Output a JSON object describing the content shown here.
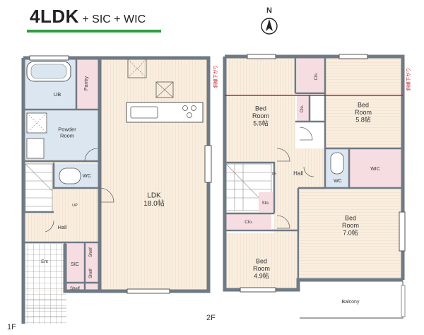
{
  "header": {
    "title": "4LDK",
    "subtitle": "+ SIC + WIC"
  },
  "north": "N",
  "colors": {
    "floor": "#f9eedf",
    "wet": "#dce6f0",
    "closet": "#f6dde2",
    "wall": "#6f7a84",
    "accent": "#2e9e3f",
    "limit": "#c2202d"
  },
  "floor1": {
    "label": "1F",
    "rooms": {
      "ub": "UB",
      "pantry": "Pantry",
      "powder": "Powder\nRoom",
      "wc": "WC",
      "ldk": "LDK\n18.0帖",
      "up": "UP",
      "hall": "Hall",
      "ent": "Ent",
      "sic": "SIC",
      "shelf1": "Shelf",
      "shelf2": "Shelf",
      "shelf3": "Shelf"
    }
  },
  "floor2": {
    "label": "2F",
    "rooms": {
      "bed1": "Bed\nRoom\n5.5帖",
      "bed2": "Bed\nRoom\n5.8帖",
      "clo1": "Clo.",
      "clo2": "Clo.",
      "clo3": "Clo.",
      "hall": "Hall",
      "dn": "DN",
      "wc": "WC",
      "wic": "WIC",
      "sto": "Sto.",
      "bed3": "Bed\nRoom\n7.0帖",
      "bed4": "Bed\nRoom\n4.9帖",
      "balcony": "Balcony"
    },
    "limit_left": "斜線下がり",
    "limit_right": "斜線下がり"
  }
}
